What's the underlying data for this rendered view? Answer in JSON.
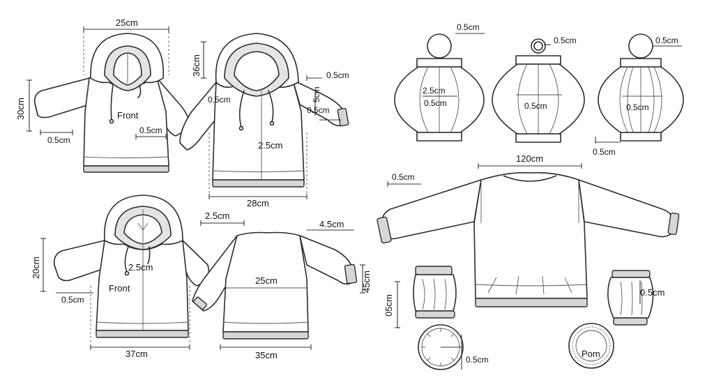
{
  "hoodie_front": {
    "width": "25cm",
    "height": "30cm",
    "front_label": "Front",
    "cuff": "0.5cm",
    "hem": "0.5cm"
  },
  "hoodie_side": {
    "hood_height": "36cm",
    "right": "0.5cm",
    "left": "0.5cm",
    "sleeve_cuff": "0.5cm",
    "cuff_vertical": "5cm",
    "center": "2.5cm",
    "width": "28cm"
  },
  "hoodie_bottom": {
    "height": "20cm",
    "cuff": "0.5cm",
    "center": "2.5cm",
    "front_label": "Front",
    "width": "37cm"
  },
  "back_view": {
    "top": "2.5cm",
    "center": "25cm",
    "width": "35cm",
    "side_top": "4.5cm",
    "side_height": "45cm"
  },
  "lanterns": {
    "l1_top": "0.5cm",
    "l1_a": "2.5cm",
    "l1_b": "0.5cm",
    "l2_top": "0.5cm",
    "l2_center": "0.5cm",
    "l3_top": "0.5cm",
    "l3_center": "0.5cm",
    "l3_bottom": "0.5cm"
  },
  "sweater": {
    "width": "120cm",
    "left": "0.5cm"
  },
  "small_parts": {
    "cuff_height": "05cm",
    "cuff_right": "0.5cm",
    "circle_label": "0.5cm",
    "pom_label": "Pom"
  }
}
